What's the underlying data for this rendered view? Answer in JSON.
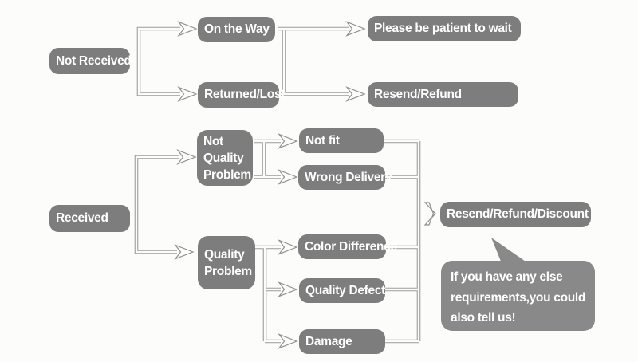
{
  "colors": {
    "background": "#fcfcfb",
    "node_fill": "#7d7d7d",
    "note_fill": "#898989",
    "connector_line": "#9c9c9c",
    "text": "#ffffff"
  },
  "flow_not_received": {
    "root": "Not Received",
    "branches": [
      {
        "condition": "On the Way",
        "outcome": "Please be patient to wait"
      },
      {
        "condition": "Returned/Lost",
        "outcome": "Resend/Refund"
      }
    ]
  },
  "flow_received": {
    "root": "Received",
    "categories": [
      {
        "label_lines": [
          "Not",
          "Quality",
          "Problem"
        ],
        "cases": [
          "Not fit",
          "Wrong Delivery"
        ]
      },
      {
        "label_lines": [
          "Quality",
          "Problem"
        ],
        "cases": [
          "Color Difference",
          "Quality Defect",
          "Damage"
        ]
      }
    ],
    "outcome": "Resend/Refund/Discount",
    "note_lines": [
      "If you have any else",
      "requirements,you could",
      "also tell us!"
    ]
  }
}
